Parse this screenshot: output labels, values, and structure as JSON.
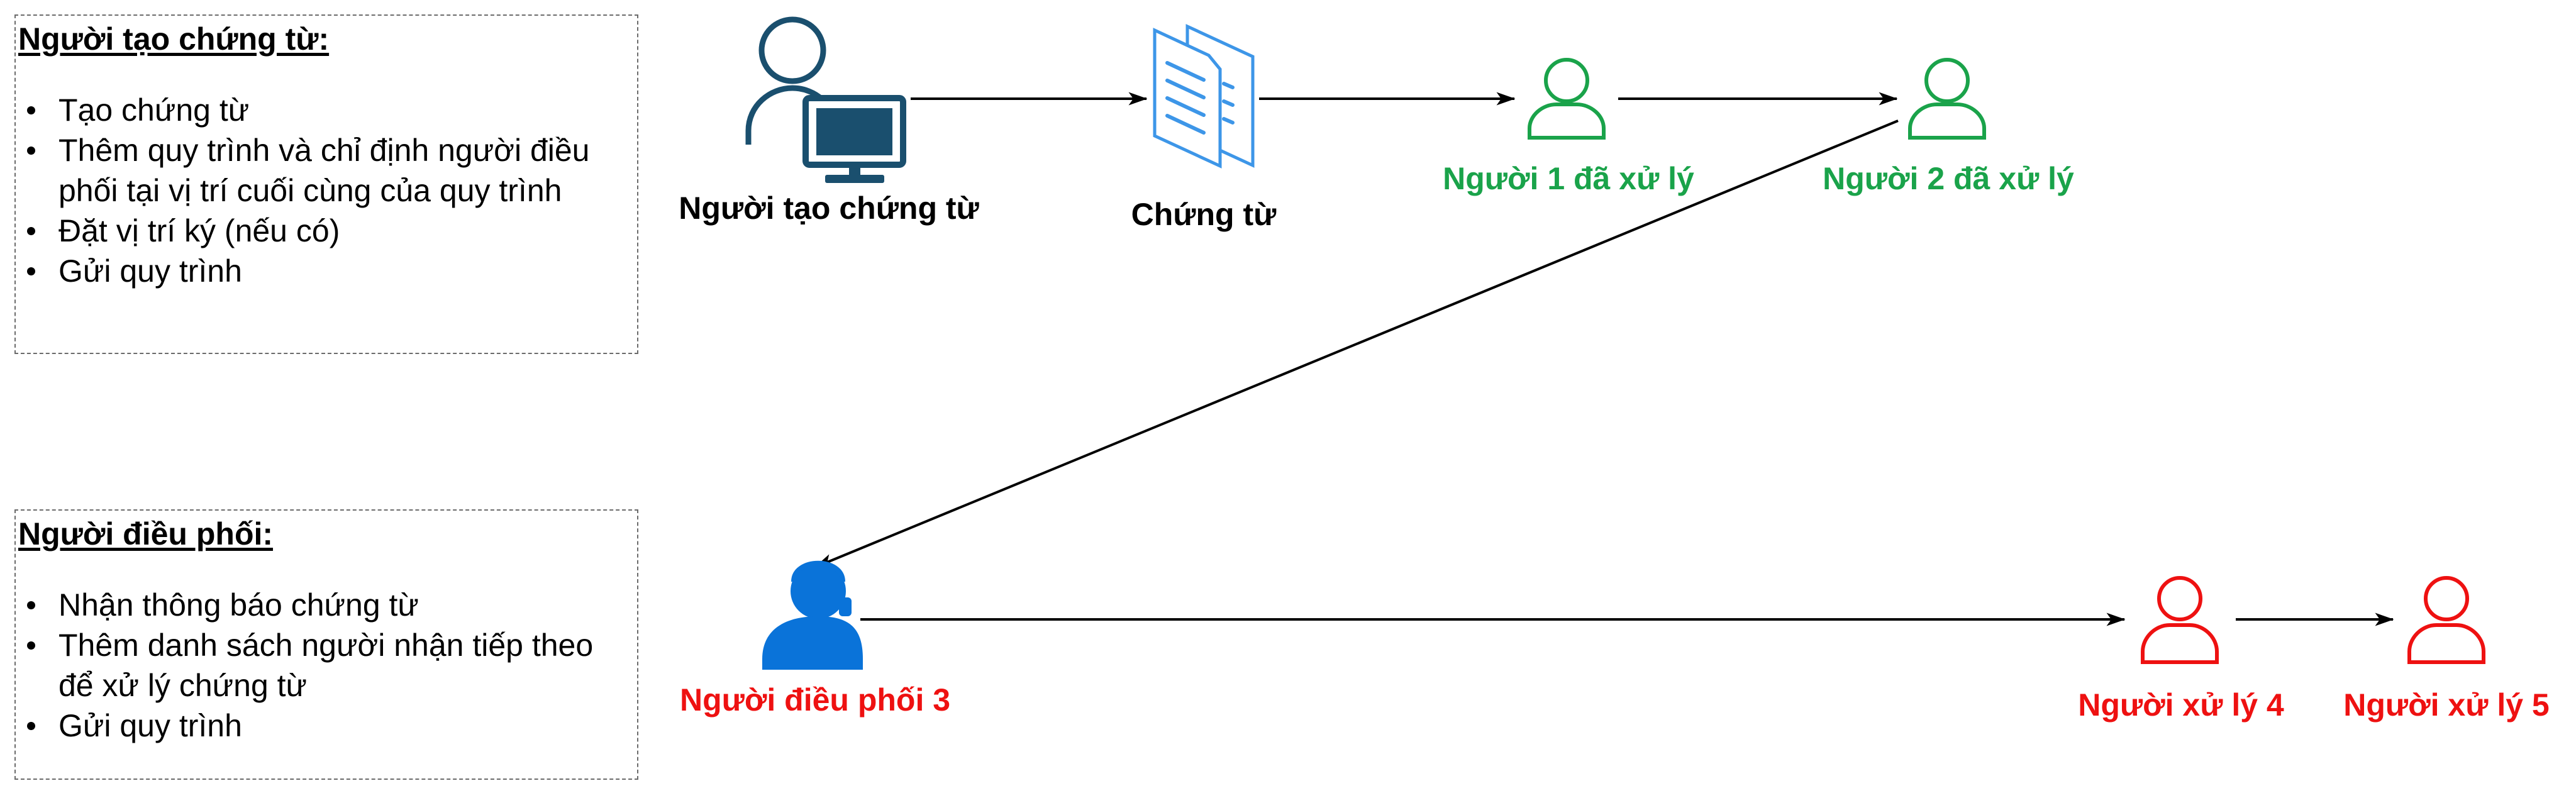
{
  "creator_note": {
    "title": "Người tạo chứng từ:",
    "items": [
      "Tạo chứng từ",
      "Thêm quy trình và chỉ định người điều phối tại vị trí cuối cùng của quy trình",
      "Đặt vị trí ký (nếu có)",
      "Gửi quy trình"
    ]
  },
  "coordinator_note": {
    "title": "Người điều phối:",
    "items": [
      "Nhận thông báo chứng từ",
      "Thêm danh sách người nhận tiếp theo để xử lý chứng từ",
      "Gửi quy trình"
    ]
  },
  "nodes": {
    "creator": {
      "label": "Người tạo chứng từ",
      "icon": "user-computer-icon"
    },
    "document": {
      "label": "Chứng từ",
      "icon": "documents-icon"
    },
    "person1": {
      "label": "Người 1 đã xử lý",
      "icon": "user-outline-icon"
    },
    "person2": {
      "label": "Người 2 đã xử lý",
      "icon": "user-outline-icon"
    },
    "coordinator": {
      "label": "Người điều phối 3",
      "icon": "user-headset-icon"
    },
    "handler4": {
      "label": "Người xử lý 4",
      "icon": "user-outline-icon"
    },
    "handler5": {
      "label": "Người xử lý 5",
      "icon": "user-outline-icon"
    }
  },
  "colors": {
    "creator": "#1a4f6e",
    "document": "#3d96e8",
    "processed": "#1aa34a",
    "coordinator": "#0a73d9",
    "pending": "#ee1111",
    "arrow": "#000000"
  }
}
